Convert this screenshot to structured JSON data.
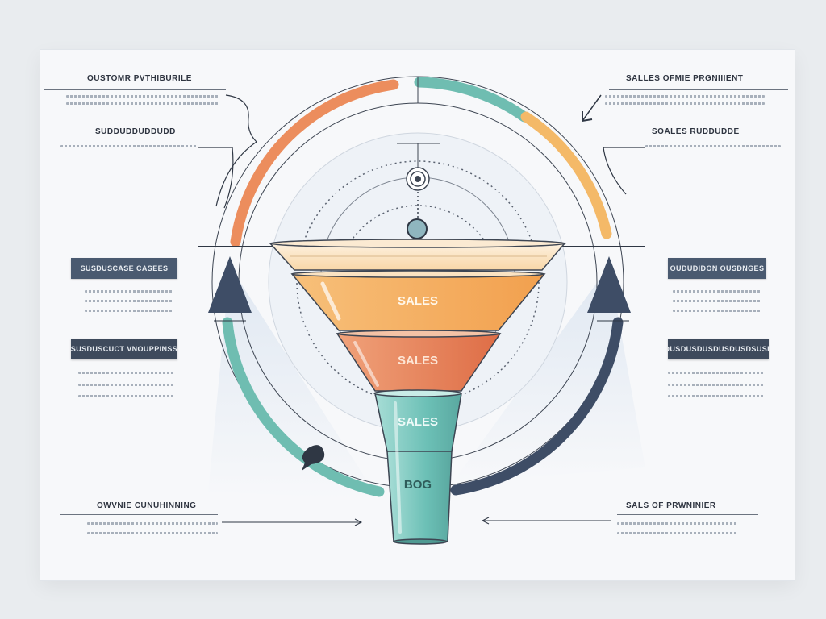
{
  "funnel": {
    "stage1": "SALES",
    "stage2": "SALES",
    "stage3": "SALES",
    "stage4": "BOG"
  },
  "left": {
    "top_heading": "OUSTOMR PVTHIBURILE",
    "mid_heading": "SUDDUDDUDDUDD",
    "tag1": "SUSDUSCASE CASEES",
    "tag2": "SUSDUSCUCT VNOUPPINSS",
    "bottom_heading": "OWVNIE CUNUHINNING"
  },
  "right": {
    "top_heading": "SALLES OFMIE PRGNIIIENT",
    "mid_heading": "SOALES RUDDUDDE",
    "tag1": "OUDUDIDON OUSDNGES",
    "tag2": "OUSDUSDUSDUSDUSDSUSD",
    "bottom_heading": "SALS OF PRWNINIER"
  },
  "colors": {
    "orange": "#f2a75a",
    "coral": "#e57a52",
    "teal": "#6bbfb5",
    "navy": "#3e4d66",
    "amber": "#f4b968"
  }
}
